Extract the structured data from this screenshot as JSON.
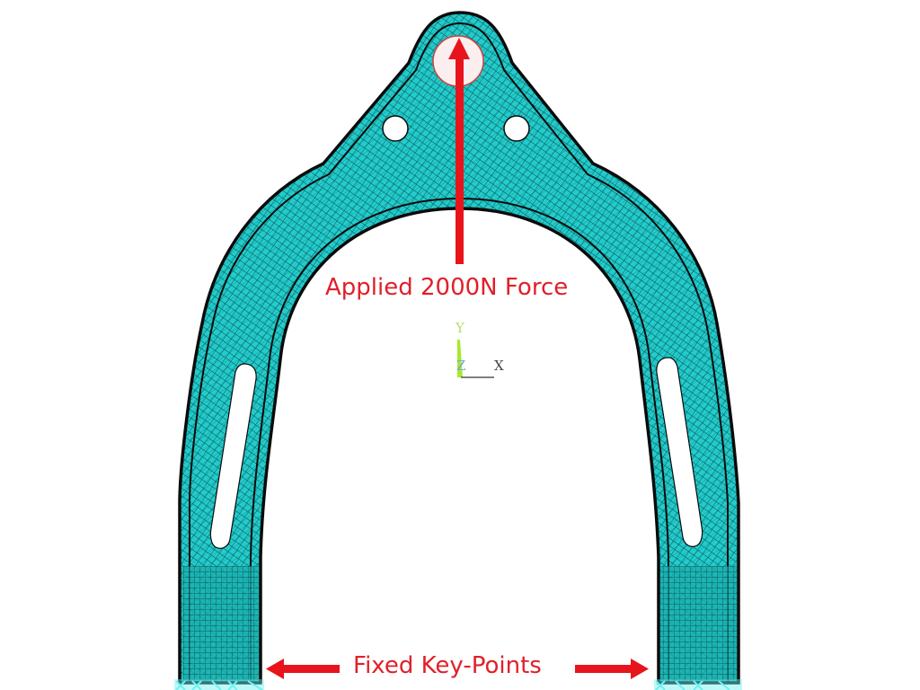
{
  "diagram": {
    "subject": "Control arm FEA mesh",
    "colors": {
      "mesh_fill": "#1fc6c6",
      "mesh_dark": "#137d7d",
      "mesh_lines": "#0b3b3b",
      "outline": "#0a0a0a",
      "annotation": "#e0202a",
      "constraint": "#6ef2f2",
      "background": "#ffffff"
    },
    "annotations": {
      "force_label": "Applied 2000N Force",
      "fixed_label": "Fixed Key-Points"
    },
    "triad": {
      "y_label": "Y",
      "z_label": "Z",
      "x_label": "X"
    },
    "icons": {
      "force_arrow": "arrow-up",
      "left_arrow": "arrow-left",
      "right_arrow": "arrow-right"
    }
  }
}
